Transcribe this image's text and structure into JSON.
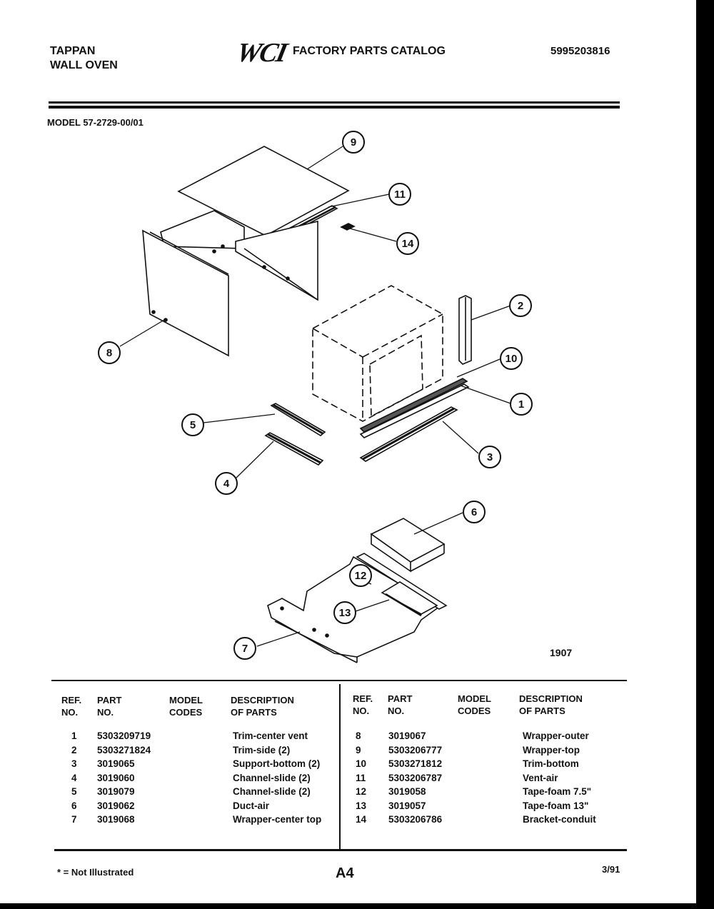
{
  "header": {
    "brand": "TAPPAN",
    "product": "WALL OVEN",
    "logo": "WCI",
    "catalog_title": "FACTORY PARTS CATALOG",
    "catalog_number": "5995203816",
    "model": "MODEL 57-2729-00/01"
  },
  "diagram": {
    "figure_number": "1907",
    "callouts": [
      "1",
      "2",
      "3",
      "4",
      "5",
      "6",
      "7",
      "8",
      "9",
      "10",
      "11",
      "12",
      "13",
      "14"
    ]
  },
  "table": {
    "headers": {
      "ref1": "REF.",
      "ref2": "NO.",
      "part1": "PART",
      "part2": "NO.",
      "model1": "MODEL",
      "model2": "CODES",
      "desc1": "DESCRIPTION",
      "desc2": "OF PARTS"
    },
    "left": [
      {
        "ref": "1",
        "part": "5303209719",
        "code": "",
        "desc": "Trim-center vent"
      },
      {
        "ref": "2",
        "part": "5303271824",
        "code": "",
        "desc": "Trim-side (2)"
      },
      {
        "ref": "3",
        "part": "3019065",
        "code": "",
        "desc": "Support-bottom (2)"
      },
      {
        "ref": "4",
        "part": "3019060",
        "code": "",
        "desc": "Channel-slide (2)"
      },
      {
        "ref": "5",
        "part": "3019079",
        "code": "",
        "desc": "Channel-slide (2)"
      },
      {
        "ref": "6",
        "part": "3019062",
        "code": "",
        "desc": "Duct-air"
      },
      {
        "ref": "7",
        "part": "3019068",
        "code": "",
        "desc": "Wrapper-center top"
      }
    ],
    "right": [
      {
        "ref": "8",
        "part": "3019067",
        "code": "",
        "desc": "Wrapper-outer"
      },
      {
        "ref": "9",
        "part": "5303206777",
        "code": "",
        "desc": "Wrapper-top"
      },
      {
        "ref": "10",
        "part": "5303271812",
        "code": "",
        "desc": "Trim-bottom"
      },
      {
        "ref": "11",
        "part": "5303206787",
        "code": "",
        "desc": "Vent-air"
      },
      {
        "ref": "12",
        "part": "3019058",
        "code": "",
        "desc": "Tape-foam 7.5\""
      },
      {
        "ref": "13",
        "part": "3019057",
        "code": "",
        "desc": "Tape-foam 13\""
      },
      {
        "ref": "14",
        "part": "5303206786",
        "code": "",
        "desc": "Bracket-conduit"
      }
    ]
  },
  "footer": {
    "note": "* = Not Illustrated",
    "page": "A4",
    "date": "3/91"
  }
}
